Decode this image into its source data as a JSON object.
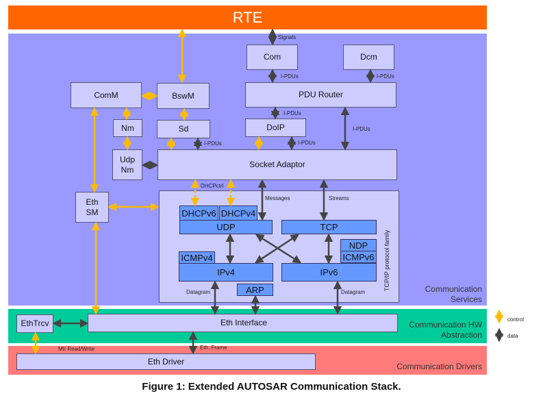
{
  "rte": {
    "label": "RTE"
  },
  "layers": {
    "services": "Communication\nServices",
    "hw_abstraction": "Communication HW\nAbstraction",
    "drivers": "Communication Drivers"
  },
  "modules": {
    "com": "Com",
    "dcm": "Dcm",
    "pdu_router": "PDU Router",
    "comm": "ComM",
    "bswm": "BswM",
    "nm": "Nm",
    "sd": "Sd",
    "doip": "DoIP",
    "udp_nm": "Udp\nNm",
    "socket_adaptor": "Socket Adaptor",
    "eth_sm": "Eth\nSM",
    "eth_trcv": "EthTrcv",
    "eth_interface": "Eth Interface",
    "eth_driver": "Eth Driver"
  },
  "tcpip": {
    "family_label": "TCP/IP protocol family",
    "dhcpv6": "DHCPv6",
    "dhcpv4": "DHCPv4",
    "udp": "UDP",
    "tcp": "TCP",
    "ndp": "NDP",
    "icmpv6": "ICMPv6",
    "icmpv4": "ICMPv4",
    "ipv4": "IPv4",
    "ipv6": "IPv6",
    "arp": "ARP"
  },
  "flow_labels": {
    "signals": "Signals",
    "ipdus_com": "I-PDUs",
    "ipdus_dcm": "I-PDUs",
    "ipdus_doip_router": "I-PDUs",
    "ipdus_router_sa": "I-PDUs",
    "ipdus_sd": "I-PDUs",
    "ipdus_doip_sa": "I-PDUs",
    "dhcpctrl": "DHCPctrl",
    "messages": "Messages",
    "streams": "Streams",
    "datagram_v4": "Datagram",
    "datagram_v6": "Datagram",
    "mii": "MII Read/Write",
    "eth_frame": "Eth. Frame"
  },
  "legend": {
    "control": "control",
    "data": "data",
    "control_color": "#ffbb00",
    "data_color": "#444444"
  },
  "caption": "Figure 1: Extended AUTOSAR Communication Stack."
}
